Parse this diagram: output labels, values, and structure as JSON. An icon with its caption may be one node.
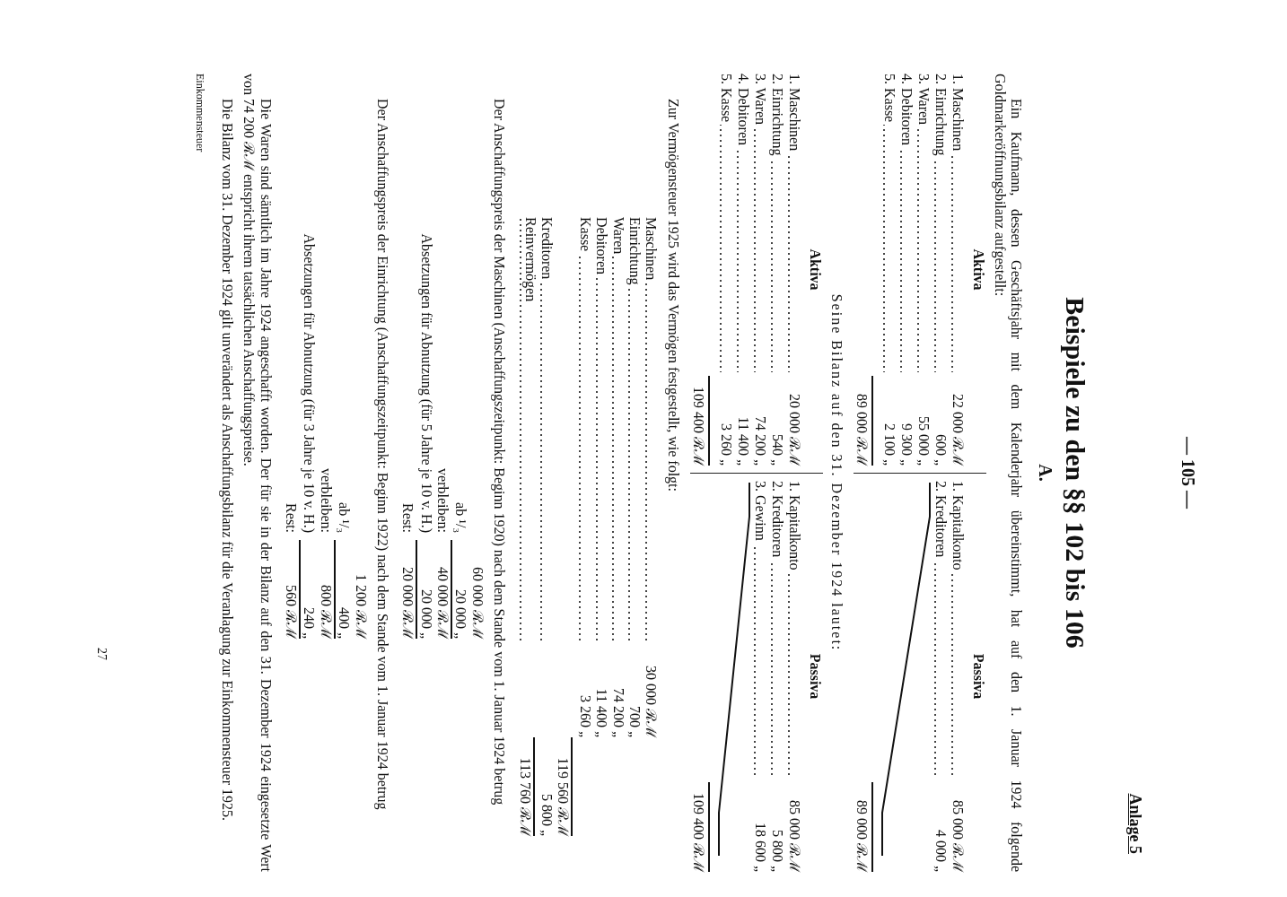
{
  "diagram": {
    "title": "Beispiele zu den §§ 102 bis 106",
    "labels": [
      "— 105 —",
      "Anlage 5",
      "A.",
      "Ein Kaufmann, dessen Geschäftsjahr mit dem Kalenderjahr übereinstimmt, hat auf den 1. Januar 1924 folgende Goldmarkeröffnungsbilanz aufgestellt:",
      "Aktiva",
      "Passiva",
      "1. Maschinen",
      "22 000 ℛℳ",
      "1. Kapitalkonto",
      "85 000 ℛℳ",
      "2. Einrichtung",
      "600 „",
      "2. Kreditoren",
      "4 000 „",
      "3. Waren",
      "55 000 „",
      "4. Debitoren",
      "9 300 „",
      "5. Kasse",
      "2 100 „",
      "89 000 ℛℳ",
      "89 000 ℛℳ",
      "Seine Bilanz auf den 31. Dezember 1924 lautet:",
      "Aktiva",
      "Passiva",
      "1. Maschinen",
      "20 000 ℛℳ",
      "1. Kapitalkonto",
      "85 000 ℛℳ",
      "2. Einrichtung",
      "540 „",
      "2. Kreditoren",
      "5 800 „",
      "3. Waren",
      "74 200 „",
      "3. Gewinn",
      "18 600 „",
      "4. Debitoren",
      "11 400 „",
      "5. Kasse",
      "3 260 „",
      "109 400 ℛℳ",
      "109 400 ℛℳ",
      "Zur Vermögensteuer 1925 wird das Vermögen festgestellt, wie folgt:",
      "Maschinen",
      "30 000 ℛℳ",
      "Einrichtung",
      "700 „",
      "Waren",
      "74 200 „",
      "Debitoren",
      "11 400 „",
      "Kasse",
      "3 260 „",
      "119 560 ℛℳ",
      "Kreditoren",
      "5 800 „",
      "Reinvermögen",
      "113 760 ℛℳ",
      "Der Anschaffungspreis der Maschinen (Anschaffungszeitpunkt: Beginn 1920) nach dem Stande vom 1. Januar 1924 betrug",
      "60 000 ℛℳ",
      "ab ¹/₃",
      "20 000 „",
      "verbleiben:",
      "40 000 ℛℳ",
      "Absetzungen für Abnutzung (für 5 Jahre je 10 v. H.)",
      "20 000 „",
      "Rest:",
      "20 000 ℛℳ",
      "Der Anschaffungspreis der Einrichtung (Anschaffungszeitpunkt: Beginn 1922) nach dem Stande vom 1. Januar 1924 betrug",
      "1 200 ℛℳ",
      "ab ¹/₃",
      "400 „",
      "verbleiben:",
      "800 ℛℳ",
      "Absetzungen für Abnutzung (für 3 Jahre je 10 v. H.)",
      "240 „",
      "Rest:",
      "560 ℛℳ",
      "Die Waren sind sämtlich im Jahre 1924 angeschafft worden. Der für sie in der Bilanz auf den 31. Dezember 1924 eingesetzte Wert von 74 200 ℛℳ entspricht ihrem tatsächlichen Anschaffungspreise.",
      "Die Bilanz vom 31. Dezember 1924 gilt unverändert als Anschaffungsbilanz für die Veranlagung zur Einkommensteuer 1925.",
      "Einkommensteuer",
      "27"
    ]
  }
}
